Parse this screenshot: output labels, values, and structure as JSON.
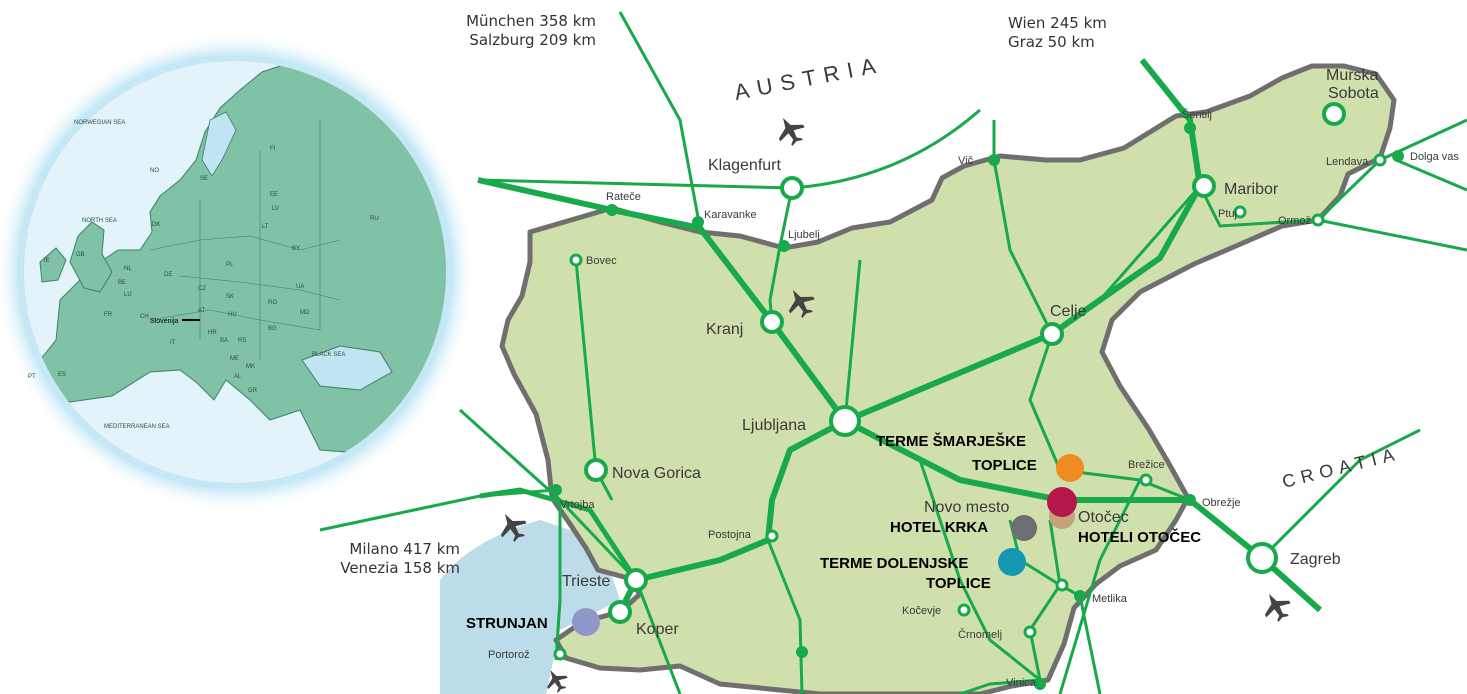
{
  "colors": {
    "land": "#cfe0ac",
    "land_border": "#6f6f6f",
    "road": "#18a94a",
    "sea": "#bcdcea",
    "europe_land": "#7fc2a6",
    "label": "#3a3a3a",
    "hotel_label": "#000000"
  },
  "distances": {
    "north_west": {
      "line1": "München 358 km",
      "line2": "Salzburg 209 km"
    },
    "north_east": {
      "line1": "Wien 245 km",
      "line2": "Graz 50 km"
    },
    "south_west": {
      "line1": "Milano 417 km",
      "line2": "Venezia 158 km"
    }
  },
  "countries": {
    "austria": "AUSTRIA",
    "croatia": "CROATIA"
  },
  "europe_labels": {
    "norwegian_sea": "NORWEGIAN SEA",
    "north_sea": "NORTH SEA",
    "black_sea": "BLACK SEA",
    "mediterranean_sea": "MEDITERRANEAN SEA",
    "slovenija": "Slovenija",
    "codes": [
      "NO",
      "SE",
      "FI",
      "EE",
      "LV",
      "LT",
      "RU",
      "BY",
      "UA",
      "MD",
      "RO",
      "BG",
      "PL",
      "DE",
      "CZ",
      "SK",
      "AT",
      "HU",
      "HR",
      "BA",
      "RS",
      "ME",
      "AL",
      "MK",
      "GR",
      "IT",
      "FR",
      "ES",
      "PT",
      "GB",
      "IE",
      "DK",
      "NL",
      "BE",
      "LU",
      "CH"
    ]
  },
  "cities": {
    "klagenfurt": "Klagenfurt",
    "kranj": "Kranj",
    "ljubljana": "Ljubljana",
    "celje": "Celje",
    "maribor": "Maribor",
    "murska_sobota_1": "Murska",
    "murska_sobota_2": "Sobota",
    "nova_gorica": "Nova Gorica",
    "trieste": "Trieste",
    "koper": "Koper",
    "zagreb": "Zagreb",
    "novo_mesto": "Novo mesto",
    "otocec": "Otočec"
  },
  "towns": {
    "rateče": "Rateče",
    "karavanke": "Karavanke",
    "ljubelj": "Ljubelj",
    "bovec": "Bovec",
    "vic": "Vič",
    "sentilj": "Šentilj",
    "ptuj": "Ptuj",
    "lendava": "Lendava",
    "dolga_vas": "Dolga vas",
    "ormoz": "Ormož",
    "vrtojba": "Vrtojba",
    "postojna": "Postojna",
    "brezice": "Brežice",
    "obrezje": "Obrežje",
    "metlika": "Metlika",
    "kocevje": "Kočevje",
    "crnomelj": "Črnomelj",
    "vinica": "Vinica",
    "portoroz": "Portorož"
  },
  "hotels": {
    "smarjeske_1": "TERME ŠMARJEŠKE",
    "smarjeske_2": "TOPLICE",
    "krka": "HOTEL KRKA",
    "otocec": "HOTELI OTOČEC",
    "dolenjske_1": "TERME DOLENJSKE",
    "dolenjske_2": "TOPLICE",
    "strunjan": "STRUNJAN"
  },
  "hotel_colors": {
    "smarjeske": "#f08a22",
    "otocec_red": "#b5174b",
    "otocec_tan": "#c4a27a",
    "krka": "#6d6e71",
    "dolenjske": "#1598b2",
    "strunjan": "#8f97c9"
  }
}
